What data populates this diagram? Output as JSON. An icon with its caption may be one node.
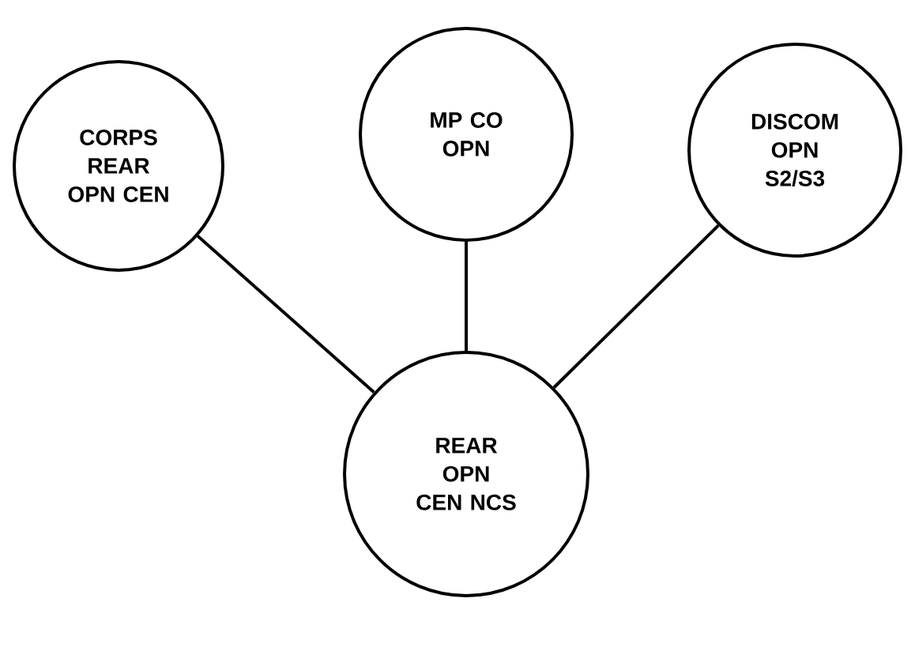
{
  "diagram": {
    "nodes": [
      {
        "text": [
          "CORPS REAR OPN CEN"
        ]
      },
      {
        "text": [
          "MP CO OPN"
        ]
      },
      {
        "text": [
          "DISCOM OPN S2/S3"
        ]
      },
      {
        "text": [
          "REAR OPN CEN NCS"
        ]
      }
    ],
    "edges": [
      {
        "from": 0,
        "to": 3,
        "arrow": "none"
      },
      {
        "from": 1,
        "to": 3,
        "arrow": "none"
      },
      {
        "from": 2,
        "to": 3,
        "arrow": "none"
      }
    ]
  }
}
